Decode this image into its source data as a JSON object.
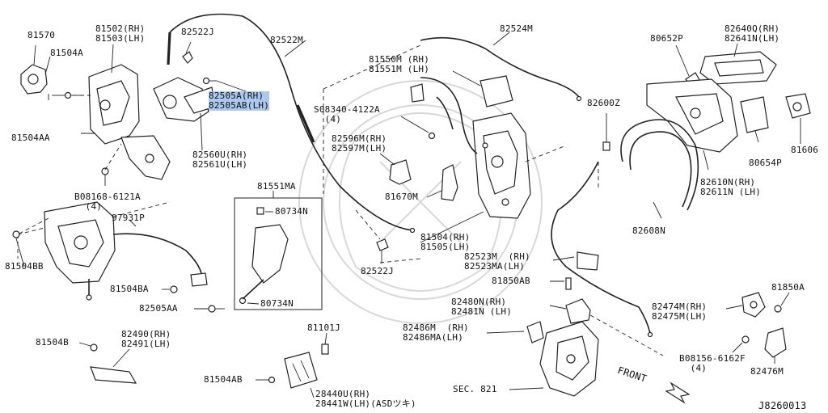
{
  "diagram_code": "J8260013",
  "front_label": "FRONT",
  "labels": {
    "p81570": "81570",
    "p81504A": "81504A",
    "p81504AA": "81504AA",
    "p81502": "81502(RH)\n81503(LH)",
    "p82522J_top": "82522J",
    "p82522M": "82522M",
    "p82505": "82505A(RH)\n82505AB(LH)",
    "p82560": "82560U(RH)\n82561U(LH)",
    "p08168": "B08168-6121A\n  (4)",
    "p97931P": "97931P",
    "p81504BB": "81504BB",
    "p81504BA": "81504BA",
    "p82505AA": "82505AA",
    "p81551MA": "81551MA",
    "p80734N_a": "80734N",
    "p80734N_b": "80734N",
    "p82524M": "82524M",
    "p81550M": "81550M (RH)\n81551M (LH)",
    "p08340": "S08340-4122A\n  (4)",
    "p82596": "82596M(RH)\n82597M(LH)",
    "p81670M": "81670M",
    "p81504_rh": "81504(RH)\n81505(LH)",
    "p82522J_mid": "82522J",
    "p82600Z": "82600Z",
    "p80652P": "80652P",
    "p82640Q": "82640Q(RH)\n82641N(LH)",
    "p80654P": "80654P",
    "p81606": "81606",
    "p82610N": "82610N(RH)\n82611N (LH)",
    "p82608N": "82608N",
    "p82523M": "82523M  (RH)\n82523MA(LH)",
    "p81850AB": "81850AB",
    "p82480N": "82480N(RH)\n82481N (LH)",
    "p82486M": "82486M  (RH)\n82486MA(LH)",
    "p82474M": "82474M(RH)\n82475M(LH)",
    "p81850A": "81850A",
    "p08156": "B08156-6162F\n  (4)",
    "p82476M": "82476M",
    "p81504B": "81504B",
    "p82490": "82490(RH)\n82491(LH)",
    "p81101J": "81101J",
    "p81504AB": "81504AB",
    "p28440U": "28440U(RH)\n28441W(LH)(ASDツキ)",
    "sec821": "SEC. 821"
  },
  "highlight_color": "#aac8f0"
}
